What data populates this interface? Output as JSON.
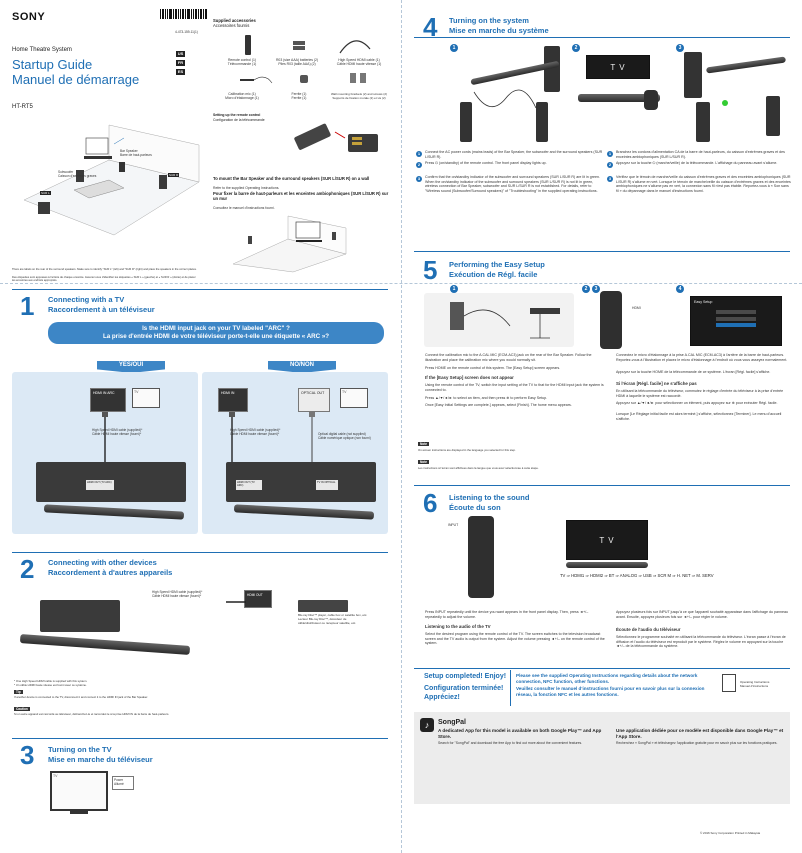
{
  "cover": {
    "brand": "SONY",
    "barcode_number": "4-473-159-11(1)",
    "product": "Home Theatre System",
    "title_en": "Startup Guide",
    "title_fr": "Manuel de démarrage",
    "model": "HT-RT5",
    "lang_tags": [
      "US",
      "FR",
      "ES"
    ]
  },
  "accessories": {
    "heading_en": "Supplied accessories",
    "heading_fr": "Accessoires fournis",
    "items": [
      {
        "label": "Remote control (1)\nTélécommande (1)"
      },
      {
        "label": "R03 (size AAA) batteries (2)\nPiles R03 (taille AAA) (2)"
      },
      {
        "label": "High Speed HDMI cable (1)\nCâble HDMI haute vitesse (1)"
      },
      {
        "label": "Calibration mic (1)\nMicro d'étalonnage (1)"
      },
      {
        "label": "Wall mounting brackets (2) and screws (2)\nSupports de fixation murale (2) et vis (2)"
      }
    ],
    "remote_setup_en": "Setting up the remote control",
    "remote_setup_fr": "Configuration de la télécommande",
    "ferrite": "Ferrite (1)\nFerrite (1)"
  },
  "mount": {
    "heading_en": "To mount the Bar Speaker and the surround speakers (SUR L/SUR R) on a wall",
    "text_en": "Refer to the supplied Operating Instructions.",
    "heading_fr": "Pour fixer la barre de haut-parleurs et les enceintes ambiophoniques (SUR L/SUR R) sur un mur",
    "text_fr": "Consultez le manuel d'instructions fourni."
  },
  "room": {
    "bar_label": "Bar Speaker\nBarre de haut-parleurs",
    "sub_label": "Subwoofer\nCaisson d'extrêmes graves",
    "sur_l": "SUR L",
    "sur_r": "SUR R",
    "note_en": "There are labels on the rear of the surround speakers. Make sure to identify \"SUR L\" (left) and \"SUR R\" (right) and place the speakers in the correct places.",
    "note_fr": "Des étiquettes sont apposées à l'arrière de chaque enceinte. Assurez-vous d'identifier les étiquettes « SUR L » (gauche) et « SUR R » (droite) et de placer les enceintes aux endroits appropriés."
  },
  "sec1": {
    "num": "1",
    "title_en": "Connecting with a TV",
    "title_fr": "Raccordement à un téléviseur",
    "question_en": "Is the HDMI input jack on your TV labeled \"ARC\" ?",
    "question_fr": "La prise d'entrée HDMI de votre téléviseur porte-t-elle une étiquette « ARC »?",
    "yes": "YES/OUI",
    "no": "NO/NON",
    "tv": "TV",
    "hdmi_in_arc": "HDMI IN ARC",
    "hdmi_in": "HDMI IN",
    "optical_out": "OPTICAL OUT",
    "cable_yes": "High Speed HDMI cable (supplied)*\nCâble HDMI haute vitesse (fourni)*",
    "cable_no_hdmi": "High Speed HDMI cable (supplied)*\nCâble HDMI haute vitesse (fourni)*",
    "cable_no_optical": "Optical digital cable (not supplied)\nCâble numérique optique (non fourni)",
    "jack_tv_out": "HDMI OUT (TV ARC)",
    "jack_optical": "TV IN OPTICAL"
  },
  "sec2": {
    "num": "2",
    "title_en": "Connecting with other devices",
    "title_fr": "Raccordement à d'autres appareils",
    "cable": "High Speed HDMI cable (supplied)*\nCâble HDMI haute vitesse (fourni)*",
    "hdmi_out": "HDMI OUT",
    "device": "Blu-ray Disc™ player, cable box or satellite box, etc.\nLecteur Blu-ray Disc™, décodeur de câble/distributeur ou récepteur satellite, etc.",
    "notes_en": "* One High Speed HDMI cable is supplied with this system.\n* Un câble HDMI haute vitesse est fourni avec ce système.",
    "tip_label": "Tip",
    "tip": "If another device is connected to the TV, disconnect it and connect it to the HDMI IN jack of the Bar Speaker.",
    "caution_label": "Caution",
    "caution": "Si un autre appareil est raccordé au téléviseur, débranchez-le et raccordez-le à la prise HDMI IN de la barre de haut-parleurs."
  },
  "sec3": {
    "num": "3",
    "title_en": "Turning on the TV",
    "title_fr": "Mise en marche du téléviseur",
    "power": "Power\nAllumé",
    "tv": "TV"
  },
  "sec4": {
    "num": "4",
    "title_en": "Turning on the system",
    "title_fr": "Mise en marche du système",
    "tv_text": "T V",
    "steps_en": [
      "Connect the AC power cords (mains leads) of the Bar Speaker, the subwoofer and the surround speakers (SUR L/SUR R).",
      "Press ⏻ (on/standby) of the remote control. The front panel display lights up.",
      "Confirm that the on/standby indicator of the subwoofer and surround speakers (SUR L/SUR R) are lit in green. When the on/standby indicator of the subwoofer and surround speakers (SUR L/SUR R) is not lit in green, wireless connection of Bar Speaker, subwoofer and SUR L/SUR R is not established. For details, refer to \"Wireless sound (Subwoofer/Surround speakers)\" of \"Troubleshooting\" in the supplied operating instructions."
    ],
    "steps_fr": [
      "Branchez les cordons d'alimentation CA de la barre de haut-parleurs, du caisson d'extrêmes graves et des enceintes ambiophoniques (SUR L/SUR R).",
      "Appuyez sur la touche ⏻ (marche/veille) de la télécommande. L'affichage du panneau avant s'allume.",
      "Vérifiez que le témoin de marche/veille du caisson d'extrêmes graves et des enceintes ambiophoniques (SUR L/SUR R) s'allume en vert. Lorsque le témoin de marche/veille du caisson d'extrêmes graves et des enceintes ambiophoniques ne s'allume pas en vert, la connexion sans fil n'est pas établie. Reportez-vous à « Son sans fil » du dépannage dans le manuel d'instructions fourni."
    ]
  },
  "sec5": {
    "num": "5",
    "title_en": "Performing the Easy Setup",
    "title_fr": "Exécution de Régl. facile",
    "hdmi": "HDMI",
    "menu_title": "Easy Setup",
    "steps_en": [
      "Connect the calibration mic to the A.CAL MIC (ECM-AC3) jack on the rear of the Bar Speaker. Follow the illustration and place the calibration mic where you would normally sit.",
      "Press HOME on the remote control of this system. The [Easy Setup] screen appears.",
      "Press ▲/▼/◄/► to select an item, and then press ⊕ to perform Easy Setup.",
      "Once [Easy Initial Settings are complete.] appears, select [Finish]. The home menu appears."
    ],
    "if_not_en": "If the [Easy Setup] screen does not appear",
    "if_not_text": "Using the remote control of the TV, switch the input setting of the TV to that for the HDMI input jack the system is connected to.",
    "steps_fr": [
      "Connectez le micro d'étalonnage à la prise A.CAL MIC (ECM-AC3) à l'arrière de la barre de haut-parleurs. Reportez-vous à l'illustration et placez le micro d'étalonnage à l'endroit où vous vous asseyez normalement.",
      "Appuyez sur la touche HOME de la télécommande de ce système. L'écran [Régl. facile] s'affiche.",
      "Appuyez sur ▲/▼/◄/► pour sélectionner un élément, puis appuyez sur ⊕ pour exécuter Régl. facile.",
      "Lorsque [Le Réglage initial facile est alors terminé.] s'affiche, sélectionnez [Terminer]. Le menu d'accueil s'affiche."
    ],
    "if_not_fr": "Si l'écran [Régl. facile] ne s'affiche pas",
    "if_not_fr_text": "En utilisant la télécommande du téléviseur, commutez le réglage d'entrée du téléviseur à la prise d'entrée HDMI à laquelle le système est raccordé.",
    "note_label": "Note",
    "note_en": "On-screen instructions are displayed in the language you selected for this step.",
    "note_fr": "Les instructions à l'écran sont affichées dans la langue que vous avez sélectionnée à cette étape."
  },
  "sec6": {
    "num": "6",
    "title_en": "Listening to the sound",
    "title_fr": "Écoute du son",
    "input": "INPUT",
    "chain": "TV ⇒ HDMI1 ⇒ HDMI2 ⇒ BT ⇒ ANALOG ⇒ USB ⇒ SCR M ⇒ H. NET ⇒ M. SERV",
    "intro_en": "Press INPUT repeatedly until the device you want appears in the front panel display. Then, press ◄+/– repeatedly to adjust the volume.",
    "listen_en": "Listening to the audio of the TV",
    "listen_en_text": "Select the desired program using the remote control of the TV. The screen switches to the television broadcast screen and the TV audio is output from the system. Adjust the volume pressing ◄+/– on the remote control of the system.",
    "intro_fr": "Appuyez plusieurs fois sur INPUT jusqu'à ce que l'appareil souhaité apparaisse dans l'affichage du panneau avant. Ensuite, appuyez plusieurs fois sur ◄+/– pour régler le volume.",
    "listen_fr": "Écoute de l'audio du téléviseur",
    "listen_fr_text": "Sélectionnez le programme souhaité en utilisant la télécommande du téléviseur. L'écran passe à l'écran de diffusion et l'audio du téléviseur est reproduit par le système. Réglez le volume en appuyant sur la touche ◄+/– de la télécommande du système."
  },
  "enjoy": {
    "en": "Setup completed! Enjoy!",
    "fr": "Configuration terminée! Appréciez!",
    "refer_en": "Please see the supplied Operating Instructions regarding details about the network connection, NFC function, other functions.",
    "refer_fr": "Veuillez consulter le manuel d'instructions fourni pour en savoir plus sur la connexion réseau, la fonction NFC et les autres fonctions.",
    "book": "Operating Instructions\nManuel d'instructions"
  },
  "songpal": {
    "name": "SongPal",
    "head_en": "A dedicated App for this model is available on both Google Play™ and App Store.",
    "text_en": "Search for \"SongPal\" and download the free App to find out more about the convenient features.",
    "head_fr": "Une application dédiée pour ce modèle est disponible dans Google Play™ et l'App Store.",
    "text_fr": "Recherchez « SongPal » et téléchargez l'application gratuite pour en savoir plus sur les fonctions pratiques."
  },
  "footer": "© 2016 Sony Corporation   Printed in Malaysia"
}
